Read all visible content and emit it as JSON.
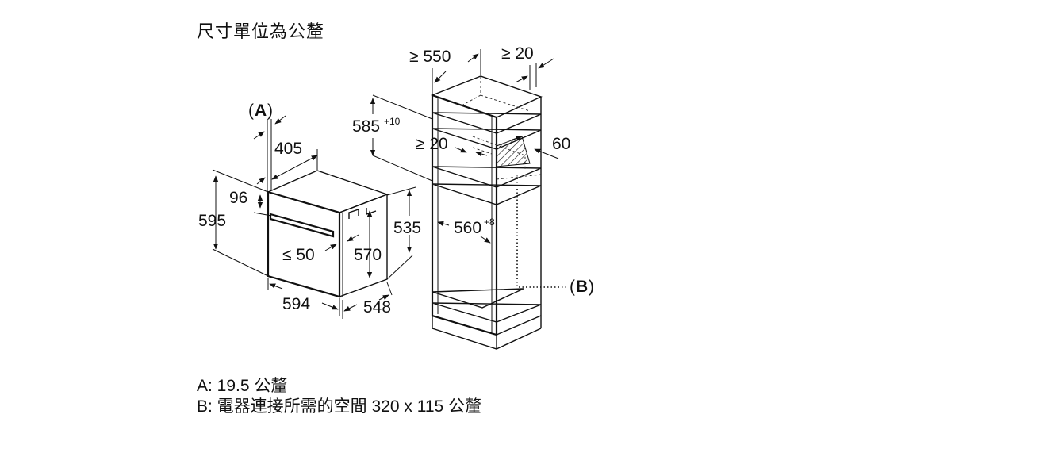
{
  "header": {
    "title": "尺寸單位為公釐"
  },
  "diagram": {
    "labels": {
      "a_marker": "A",
      "b_marker": "B",
      "d405": "405",
      "d96": "96",
      "d595": "595",
      "d594": "594",
      "d548": "548",
      "d535": "535",
      "d570": "570",
      "d_le50": "≤ 50",
      "d_ge550": "≥ 550",
      "d_ge20_top": "≥ 20",
      "d585": "585",
      "d585_tol": "+10",
      "d_ge20_mid": "≥ 20",
      "d60": "60",
      "d560": "560",
      "d560_tol": "+8"
    }
  },
  "notes": {
    "a": "A: 19.5 公釐",
    "b": "B: 電器連接所需的空間 320 x 115 公釐"
  }
}
